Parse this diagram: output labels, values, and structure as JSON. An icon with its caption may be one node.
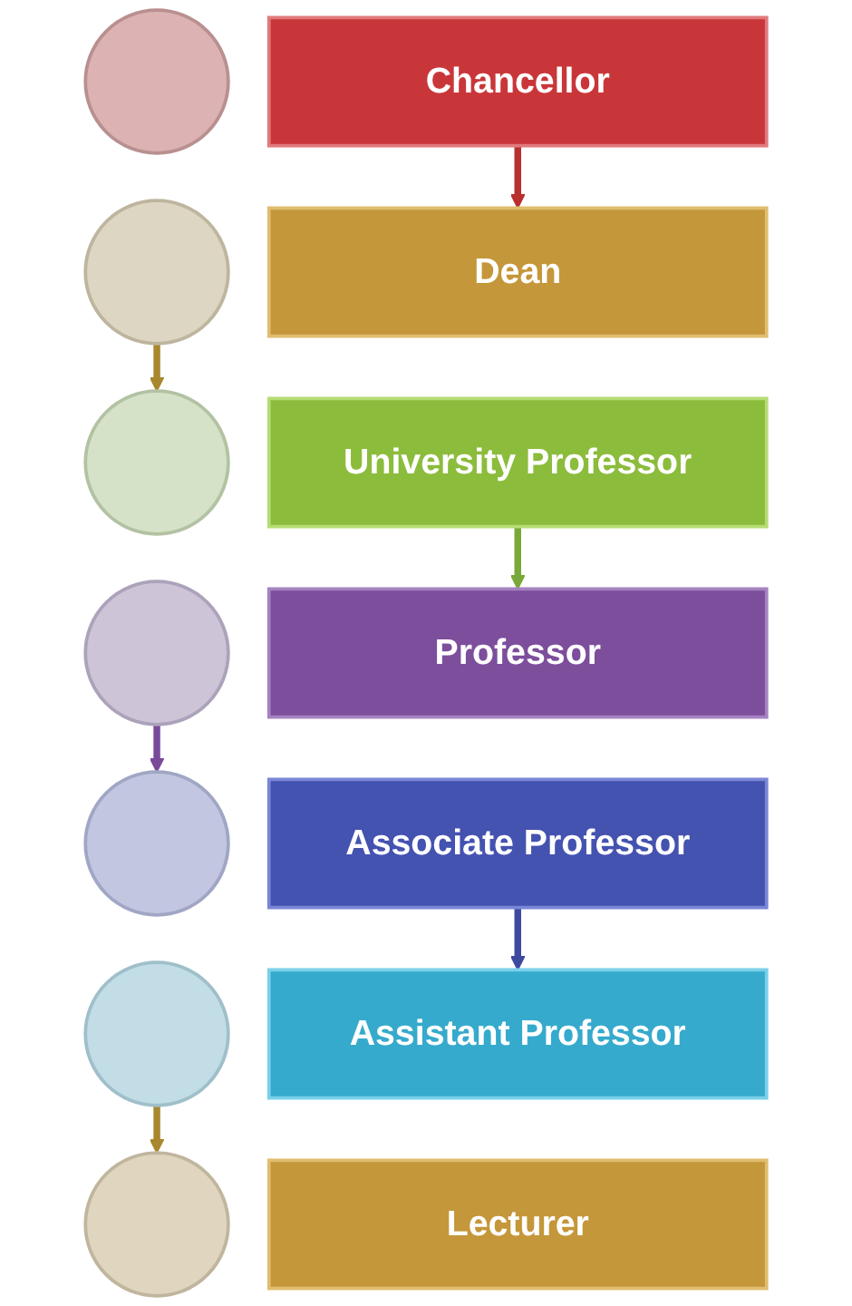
{
  "diagram": {
    "nodes": [
      {
        "text": [],
        "shape": "circle"
      },
      {
        "text": [
          "Chancellor"
        ]
      },
      {
        "text": [],
        "shape": "circle"
      },
      {
        "text": [
          "Dean"
        ]
      },
      {
        "text": [],
        "shape": "circle"
      },
      {
        "text": [
          "University Professor"
        ]
      },
      {
        "text": [],
        "shape": "circle"
      },
      {
        "text": [
          "Professor"
        ]
      },
      {
        "text": [],
        "shape": "circle"
      },
      {
        "text": [
          "Associate Professor"
        ]
      },
      {
        "text": [],
        "shape": "circle"
      },
      {
        "text": [
          "Assistant Professor"
        ]
      },
      {
        "text": [],
        "shape": "circle"
      },
      {
        "text": [
          "Lecturer"
        ]
      }
    ],
    "edges": [
      {
        "from": 1,
        "to": 3,
        "arrow": "to",
        "color": "#b8302f"
      },
      {
        "from": 2,
        "to": 4,
        "arrow": "to",
        "color": "#a8872e"
      },
      {
        "from": 5,
        "to": 7,
        "arrow": "to",
        "color": "#7aa83a"
      },
      {
        "from": 6,
        "to": 8,
        "arrow": "to",
        "color": "#7a4a9a"
      },
      {
        "from": 9,
        "to": 11,
        "arrow": "to",
        "color": "#3e4aa0"
      },
      {
        "from": 10,
        "to": 12,
        "arrow": "to",
        "color": "#a8872e"
      }
    ]
  }
}
